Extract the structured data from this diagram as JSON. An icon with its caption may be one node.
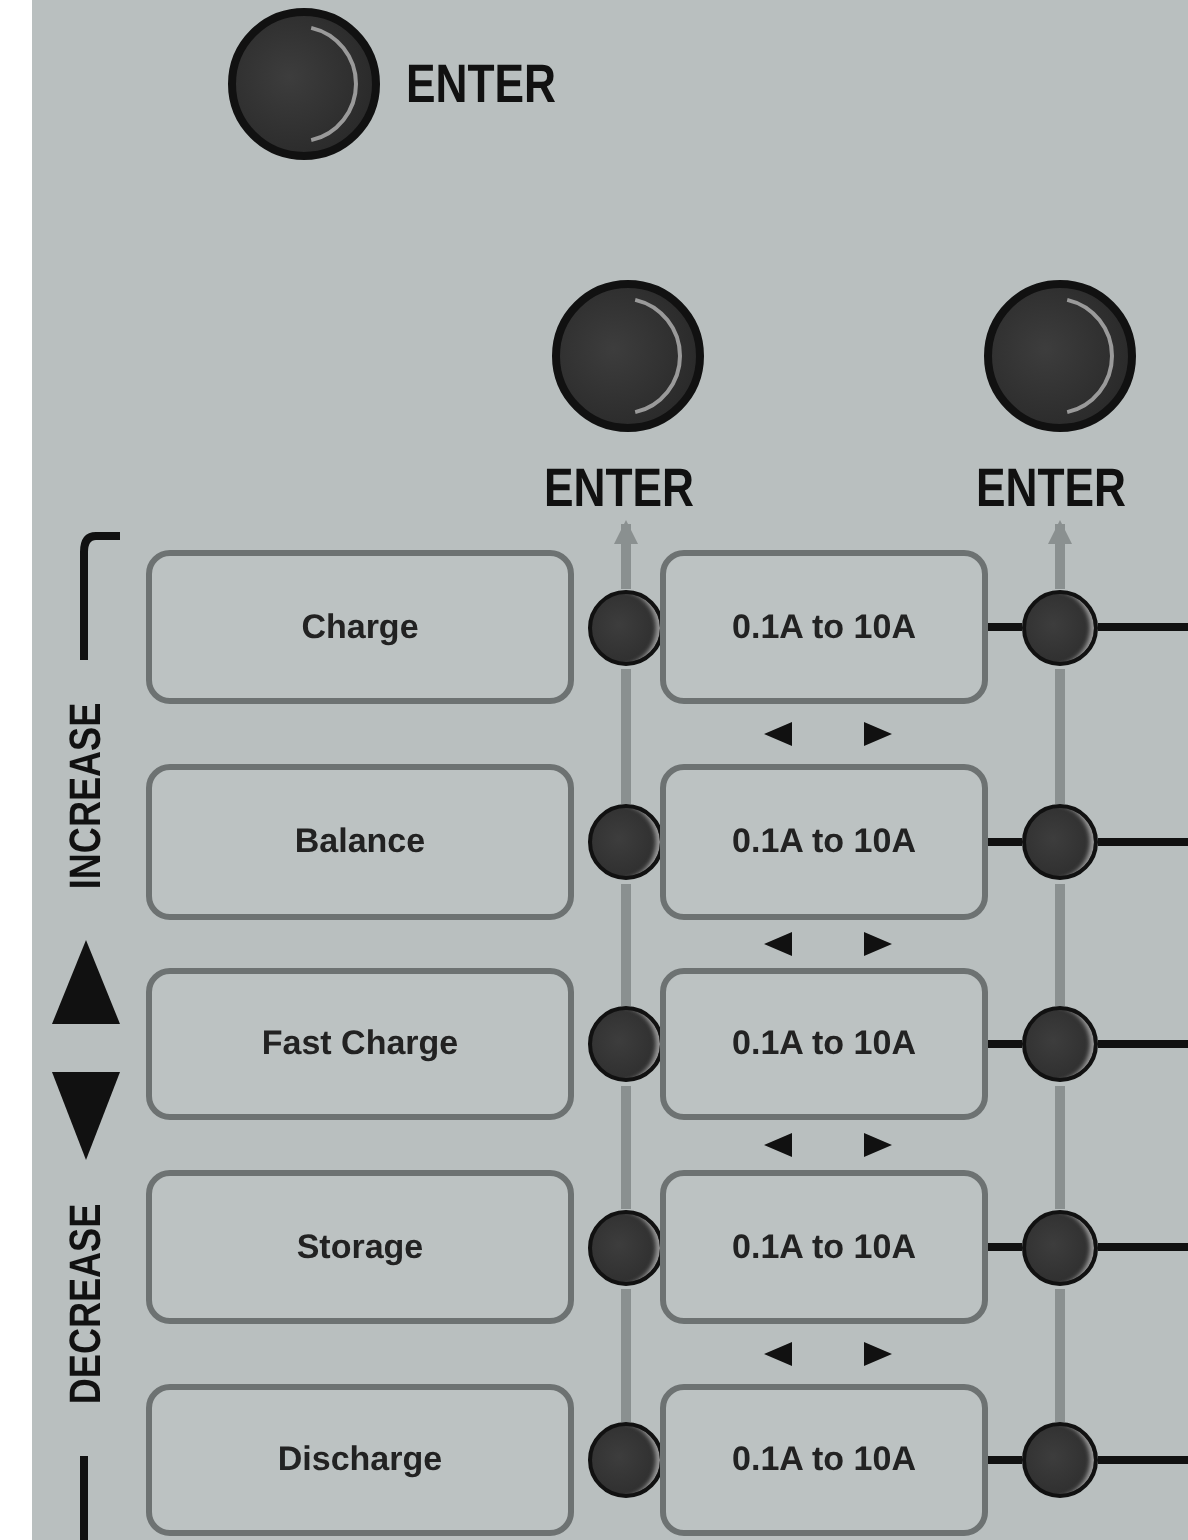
{
  "diagram": {
    "nodes": [
      {
        "text": [
          "ENTER"
        ]
      },
      {
        "text": [
          "ENTER"
        ]
      },
      {
        "text": [
          "ENTER"
        ]
      },
      {
        "text": [
          "Charge"
        ]
      },
      {
        "text": [],
        "shape": "circle"
      },
      {
        "text": [
          "0.1A to 10A"
        ]
      },
      {
        "text": [],
        "shape": "circle"
      },
      {
        "text": [
          "Balance"
        ]
      },
      {
        "text": [],
        "shape": "circle"
      },
      {
        "text": [
          "0.1A to 10A"
        ]
      },
      {
        "text": [],
        "shape": "circle"
      },
      {
        "text": [
          "Fast Charge"
        ]
      },
      {
        "text": [],
        "shape": "circle"
      },
      {
        "text": [
          "0.1A to 10A"
        ]
      },
      {
        "text": [],
        "shape": "circle"
      },
      {
        "text": [
          "Storage"
        ]
      },
      {
        "text": [],
        "shape": "circle"
      },
      {
        "text": [
          "0.1A to 10A"
        ]
      },
      {
        "text": [],
        "shape": "circle"
      },
      {
        "text": [
          "Discharge"
        ]
      },
      {
        "text": [],
        "shape": "circle"
      },
      {
        "text": [
          "0.1A to 10A"
        ]
      },
      {
        "text": [],
        "shape": "circle"
      }
    ],
    "edges": [
      {
        "from": 5,
        "to": 6,
        "arrow": "none"
      },
      {
        "from": 6,
        "to": null,
        "arrow": "none"
      },
      {
        "from": 9,
        "to": 10,
        "arrow": "none"
      },
      {
        "from": 10,
        "to": null,
        "arrow": "none"
      },
      {
        "from": 13,
        "to": 14,
        "arrow": "none"
      },
      {
        "from": 14,
        "to": null,
        "arrow": "none"
      },
      {
        "from": 17,
        "to": 18,
        "arrow": "none"
      },
      {
        "from": 18,
        "to": null,
        "arrow": "none"
      },
      {
        "from": 21,
        "to": 22,
        "arrow": "none"
      },
      {
        "from": 22,
        "to": null,
        "arrow": "none"
      },
      {
        "from": 20,
        "to": 16,
        "arrow": "none",
        "color": "#8a9090"
      },
      {
        "from": 16,
        "to": 12,
        "arrow": "none",
        "color": "#8a9090"
      },
      {
        "from": 12,
        "to": 8,
        "arrow": "none",
        "color": "#8a9090"
      },
      {
        "from": 8,
        "to": 4,
        "arrow": "none",
        "color": "#8a9090"
      },
      {
        "from": 4,
        "to": 1,
        "arrow": "to",
        "color": "#8a9090"
      },
      {
        "from": 22,
        "to": 18,
        "arrow": "none",
        "color": "#8a9090"
      },
      {
        "from": 18,
        "to": 14,
        "arrow": "none",
        "color": "#8a9090"
      },
      {
        "from": 14,
        "to": 10,
        "arrow": "none",
        "color": "#8a9090"
      },
      {
        "from": 10,
        "to": 6,
        "arrow": "none",
        "color": "#8a9090"
      },
      {
        "from": 6,
        "to": 2,
        "arrow": "to",
        "color": "#8a9090"
      }
    ],
    "labels": [
      "INCREASE",
      "DECREASE"
    ]
  }
}
